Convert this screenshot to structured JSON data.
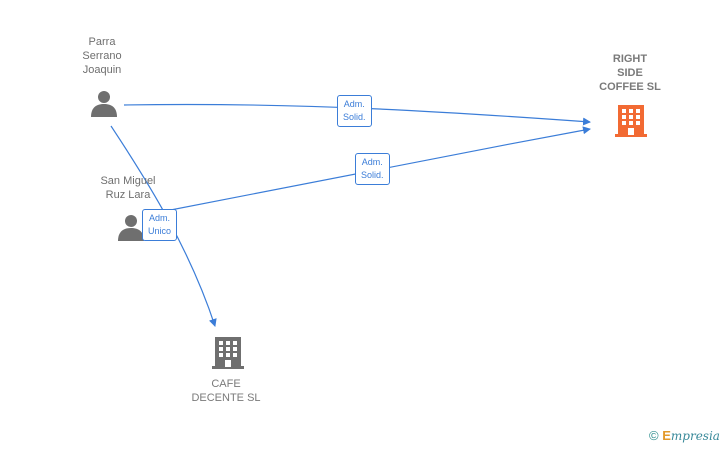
{
  "nodes": {
    "parra": {
      "name_lines": [
        "Parra",
        "Serrano",
        "Joaquin"
      ],
      "type": "person"
    },
    "sanmiguel": {
      "name_lines": [
        "San Miguel",
        "Ruz Lara"
      ],
      "type": "person"
    },
    "right_side": {
      "name_lines": [
        "RIGHT",
        "SIDE",
        "COFFEE  SL"
      ],
      "type": "company",
      "highlight": true
    },
    "cafe_decente": {
      "name_lines": [
        "CAFE",
        "DECENTE  SL"
      ],
      "type": "company"
    }
  },
  "edges": [
    {
      "from": "parra",
      "to": "right_side",
      "label_lines": [
        "Adm.",
        "Solid."
      ]
    },
    {
      "from": "sanmiguel",
      "to": "right_side",
      "label_lines": [
        "Adm.",
        "Solid."
      ]
    },
    {
      "from": "parra",
      "to": "cafe_decente",
      "label_lines": [
        "Adm.",
        "Unico"
      ]
    }
  ],
  "colors": {
    "edge": "#3b7dd8",
    "person_icon": "#6f6f6f",
    "company_icon": "#6f6f6f",
    "highlight_company_icon": "#f26a33"
  },
  "brand": {
    "copyright_symbol": "©",
    "name": "mpresia",
    "initial": "E"
  }
}
